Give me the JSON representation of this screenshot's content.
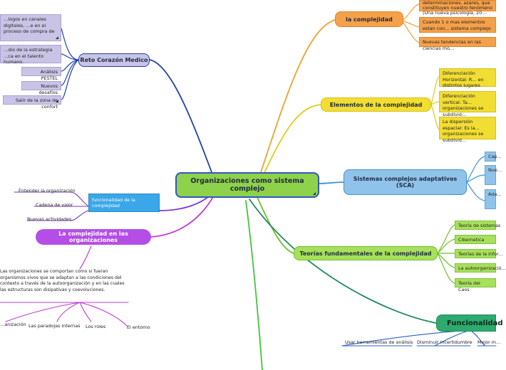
{
  "center": {
    "title": "Organizaciones como sistema complejo"
  },
  "left_top": {
    "title": "Reto Corazón Medico",
    "notes": [
      "…logos en canales digitales, …e en el proceso de compra de",
      "…dio de la estrategia …ca en el talento humano.",
      "Análisis PESTEL",
      "Nuevos desafíos",
      "Salir de la zona de confort"
    ]
  },
  "left_mid": {
    "title": "funcionalidad de la complejidad",
    "items": [
      "Entender la organización",
      "Cadena de valor",
      "Nuevas actividades"
    ]
  },
  "left_low": {
    "title": "La complejidad en las organizaciones",
    "note": "Las organizaciones se comportan como si fueran organismos vivos que se adaptan a las condiciones del contexto a través de la autoorganización y en las cuales las estructuras son disipativas y coevoluciones.",
    "items": [
      "…anización",
      "Las paradojas internas",
      "Los roles",
      "El entorno"
    ]
  },
  "right1": {
    "title": "la complejidad",
    "notes": [
      "determinaciones, azares, que constituyen nuestro fenómeno (Una nueva psicología, 20…",
      "Cuando 1 o mas elementos estan con… sistema complejo",
      "Nuevas tendencias en las ciencias mo…"
    ]
  },
  "right2": {
    "title": "Elementos de la complejidad",
    "notes": [
      "Diferenciación Horizontal: R… en distintos lugares",
      "Diferenciación vertical: Ta… organizaciones se subdivid…",
      "La dispersión espacial: Es la… organizaciones se subdivid…"
    ]
  },
  "right3": {
    "title": "Sistemas complejos adaptativos (SCA)",
    "notes": [
      "Cap…",
      "Nue…",
      "Ada…"
    ]
  },
  "right4": {
    "title": "Teorías fundamentales de la complejidad",
    "notes": [
      "Teoría de sistemas",
      "Cibernetica",
      "Teorías de la infor…",
      "La autoorganizació…",
      "Teoría del Caos"
    ]
  },
  "right5": {
    "title": "Funcionalidad",
    "items": [
      "Usar herramientas de análisis",
      "Disminuir incertidumbre",
      "Mejor m…"
    ]
  },
  "colors": {
    "violet": "#c9c3e6",
    "orange": "#f5a14a",
    "yellow": "#f2dd32",
    "blue": "#8fc3e9",
    "green": "#a7e05a",
    "purple": "#b44ee6",
    "center": "#8ed14a"
  }
}
